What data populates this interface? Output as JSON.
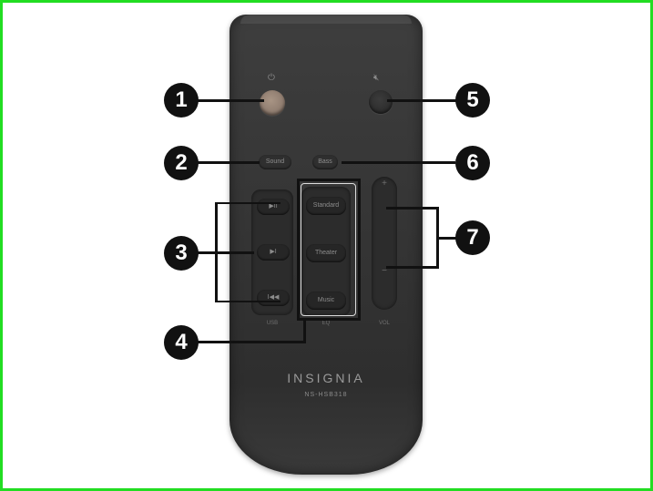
{
  "remote": {
    "brand": "INSIGNIA",
    "model": "NS-HSB318",
    "power_icon": "power-icon",
    "mute_icon": "mute-icon",
    "buttons": {
      "sound": "Sound",
      "bass": "Bass"
    },
    "usb_group": {
      "play_pause": "▶II",
      "next": "▶I",
      "previous": "I◀◀",
      "caption": "USB"
    },
    "eq_group": {
      "standard": "Standard",
      "theater": "Theater",
      "music": "Music",
      "caption": "EQ"
    },
    "volume": {
      "plus": "+",
      "minus": "−",
      "caption": "VOL"
    }
  },
  "callouts": [
    "1",
    "2",
    "3",
    "4",
    "5",
    "6",
    "7"
  ],
  "colors": {
    "frame_border": "#22dd22",
    "callout": "#111111",
    "remote_body": "#353535"
  }
}
